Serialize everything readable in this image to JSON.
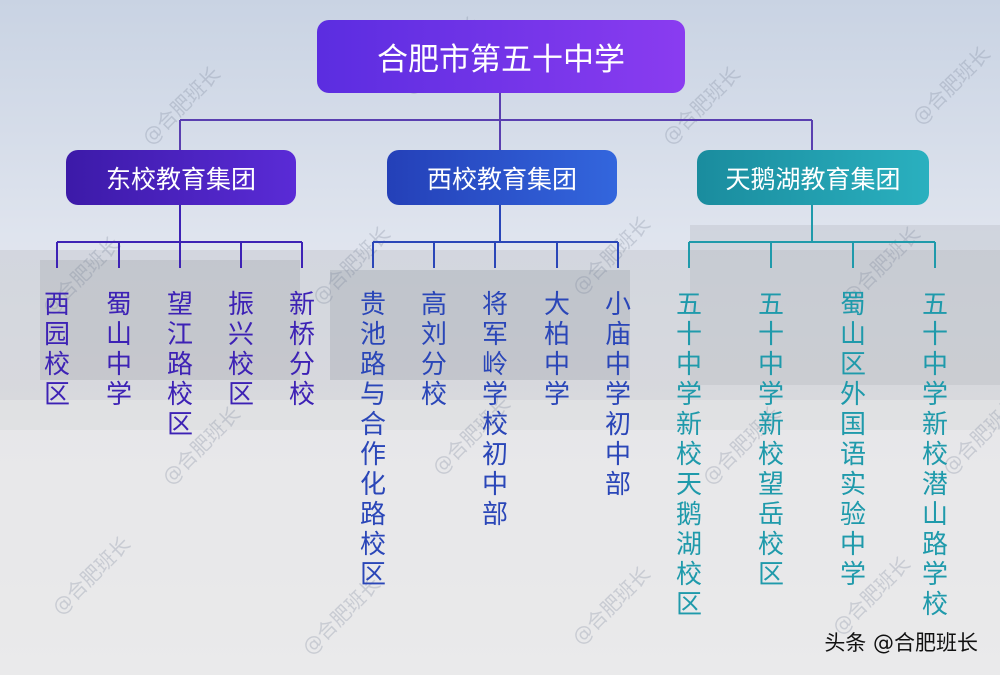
{
  "root": {
    "label": "合肥市第五十中学"
  },
  "groups": [
    {
      "label": "东校教育集团",
      "color": "#3d22b5",
      "schools": [
        "西园校区",
        "蜀山中学",
        "望江路校区",
        "振兴校区",
        "新桥分校"
      ]
    },
    {
      "label": "西校教育集团",
      "color": "#2a46b8",
      "schools": [
        "贵池路与合作化路校区",
        "高刘分校",
        "将军岭学校初中部",
        "大柏中学",
        "小庙中学初中部"
      ]
    },
    {
      "label": "天鹅湖教育集团",
      "color": "#1f9aab",
      "schools": [
        "五十中学新校天鹅湖校区",
        "五十中学新校望岳校区",
        "蜀山区外国语实验中学",
        "五十中学新校潜山路学校"
      ]
    }
  ],
  "watermark": "@合肥班长",
  "footer": "头条 @合肥班长"
}
